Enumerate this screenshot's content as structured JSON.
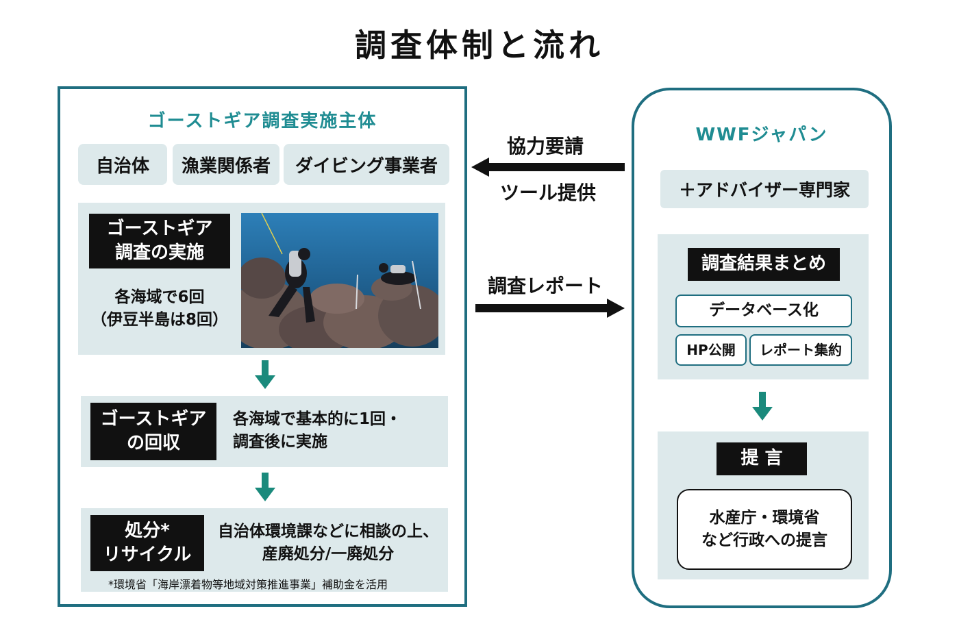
{
  "title": "調査体制と流れ",
  "left": {
    "heading": "ゴーストギア調査実施主体",
    "actors": [
      "自治体",
      "漁業関係者",
      "ダイビング事業者"
    ],
    "steps": [
      {
        "label": "ゴーストギア\n調査の実施",
        "text": "各海域で6回\n（伊豆半島は8回）"
      },
      {
        "label": "ゴーストギア\nの回収",
        "text": "各海域で基本的に1回・\n調査後に実施"
      },
      {
        "label": "処分*\nリサイクル",
        "text": "自治体環境課などに相談の上、\n産廃処分/一廃処分"
      }
    ],
    "footnote": "*環境省「海岸漂着物等地域対策推進事業」補助金を活用"
  },
  "middle": {
    "request": "協力要請",
    "tools": "ツール提供",
    "report": "調査レポート"
  },
  "right": {
    "heading": "WWFジャパン",
    "advisor": "＋アドバイザー専門家",
    "summary_label": "調査結果まとめ",
    "database": "データベース化",
    "hp": "HP公開",
    "report_collection": "レポート集約",
    "proposal_label": "提 言",
    "proposal_text": "水産庁・環境省\nなど行政への提言"
  },
  "colors": {
    "teal_border": "#1f6e80",
    "teal_heading": "#1f8c92",
    "arrow_green": "#1a8a7c",
    "box_fill": "#dde9eb"
  }
}
